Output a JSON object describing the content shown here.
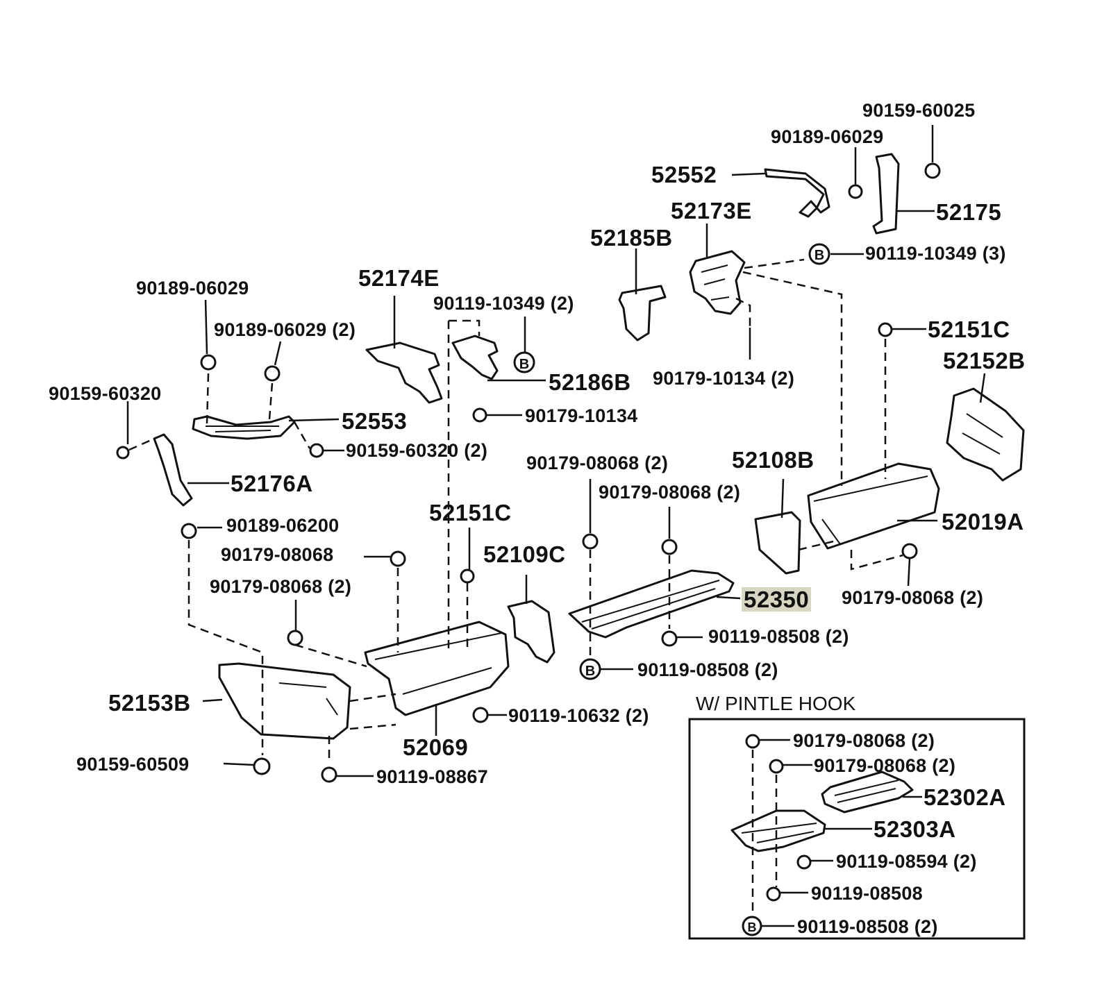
{
  "inset": {
    "title": "W/ PINTLE  HOOK"
  },
  "bolt_marker": "B",
  "labels": {
    "p90159_60025": "90159-60025",
    "p90189_06029_top": "90189-06029",
    "p52552": "52552",
    "p52173E": "52173E",
    "p52175": "52175",
    "p52185B": "52185B",
    "p90119_10349_3": "90119-10349 (3)",
    "p52174E": "52174E",
    "p90189_06029_left": "90189-06029",
    "p90119_10349_2": "90119-10349 (2)",
    "p90189_06029_2": "90189-06029 (2)",
    "p52151C_right": "52151C",
    "p52152B": "52152B",
    "p52186B": "52186B",
    "p90179_10134_2": "90179-10134 (2)",
    "p90159_60320": "90159-60320",
    "p52553": "52553",
    "p90179_10134": "90179-10134",
    "p90159_60320_2": "90159-60320 (2)",
    "p90179_08068_2_a": "90179-08068 (2)",
    "p52108B": "52108B",
    "p52176A": "52176A",
    "p90179_08068_2_b": "90179-08068 (2)",
    "p52019A": "52019A",
    "p52151C_mid": "52151C",
    "p90189_06200": "90189-06200",
    "p52109C": "52109C",
    "p90179_08068": "90179-08068",
    "p90179_08068_2_c": "90179-08068 (2)",
    "p52350": "52350",
    "p90179_08068_2_d": "90179-08068 (2)",
    "p90119_08508_2_a": "90119-08508 (2)",
    "p90119_08508_2_b": "90119-08508 (2)",
    "p52153B": "52153B",
    "p90119_10632_2": "90119-10632 (2)",
    "p52069": "52069",
    "p90159_60509": "90159-60509",
    "p90119_08867": "90119-08867",
    "i90179_08068_2_a": "90179-08068 (2)",
    "i90179_08068_2_b": "90179-08068 (2)",
    "i52302A": "52302A",
    "i52303A": "52303A",
    "i90119_08594_2": "90119-08594 (2)",
    "i90119_08508": "90119-08508",
    "i90119_08508_2": "90119-08508 (2)"
  }
}
